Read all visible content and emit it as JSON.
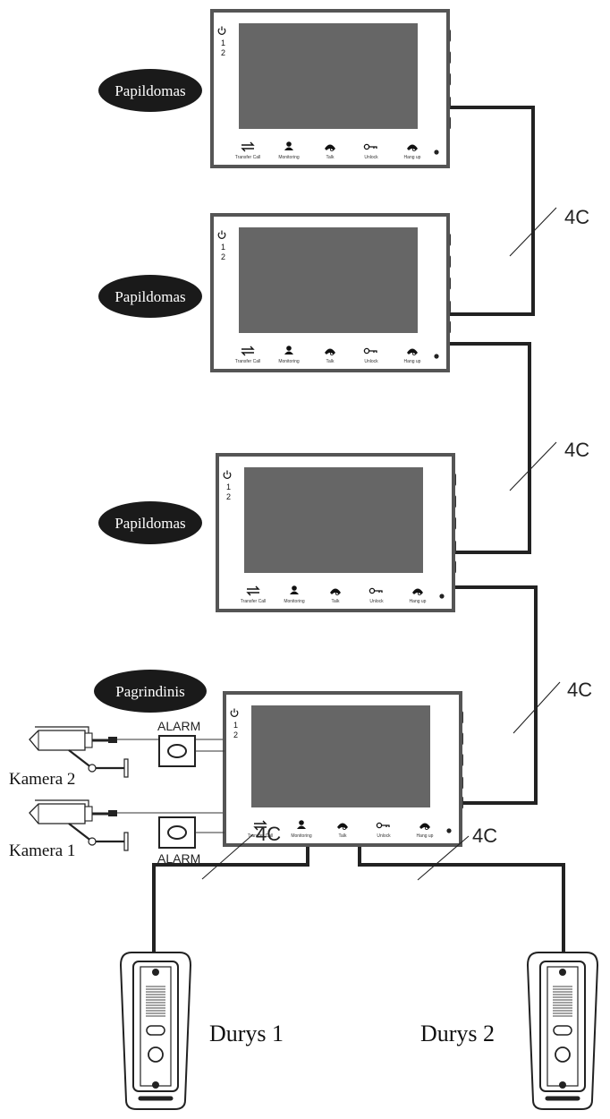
{
  "monitor_buttons": [
    {
      "label": "Transfer Call",
      "icon": "transfer-icon"
    },
    {
      "label": "Monitoring",
      "icon": "person-icon"
    },
    {
      "label": "Talk",
      "icon": "handset-icon"
    },
    {
      "label": "Unlock",
      "icon": "key-icon"
    },
    {
      "label": "Hang up",
      "icon": "hangup-icon"
    }
  ],
  "monitor_indicators": [
    "1",
    "2"
  ],
  "monitor_power_icon": "power-icon",
  "monitors": [
    {
      "role_label": "Papildomas"
    },
    {
      "role_label": "Papildomas"
    },
    {
      "role_label": "Papildomas"
    },
    {
      "role_label": "Pagrindinis"
    }
  ],
  "cable_label": "4C",
  "cameras": [
    {
      "label": "Kamera 2"
    },
    {
      "label": "Kamera 1"
    }
  ],
  "alarm_label": "ALARM",
  "doors": [
    {
      "label": "Durys 1"
    },
    {
      "label": "Durys 2"
    }
  ],
  "colors": {
    "monitor_frame": "#555555",
    "screen": "#666666",
    "cable": "#222222",
    "oval": "#1a1a1a",
    "oval_text": "#ffffff"
  }
}
